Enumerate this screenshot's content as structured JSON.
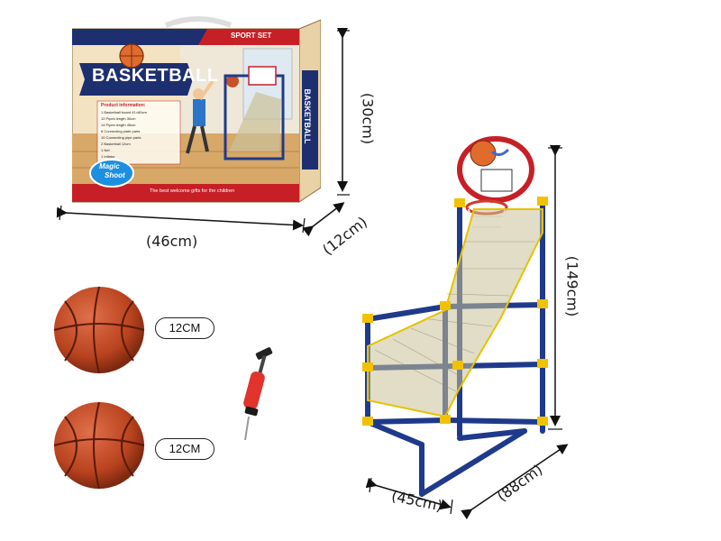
{
  "box": {
    "title": "BASKETBALL",
    "set_label": "SPORT SET",
    "product_info_title": "Product information:",
    "product_info_lines": [
      "1 Basketball board 41×60cm",
      "12 Pipes length 30cm",
      "14 Pipes length 45cm",
      "8 Connecting plate parts",
      "10 Connecting pipe parts",
      "2 Basketball 12cm",
      "1 Net",
      "1 Inflator"
    ],
    "badge_line1": "Magic",
    "badge_line2": "Shoot",
    "footer": "The best welcome gifts for the children",
    "side_label": "BASKETBALL"
  },
  "dimensions": {
    "box_height": "(30cm)",
    "box_width": "(46cm)",
    "box_depth": "(12cm)",
    "frame_height": "(149cm)",
    "frame_width": "(45cm)",
    "frame_depth": "(88cm)"
  },
  "balls": {
    "ball1_label": "12CM",
    "ball2_label": "12CM"
  },
  "colors": {
    "frame_blue": "#1f3a8a",
    "joint_yellow": "#f2c200",
    "ball_orange": "#c8502a",
    "pump_red": "#e0342c",
    "box_red": "#c62026",
    "box_navy": "#1d2f6f"
  }
}
